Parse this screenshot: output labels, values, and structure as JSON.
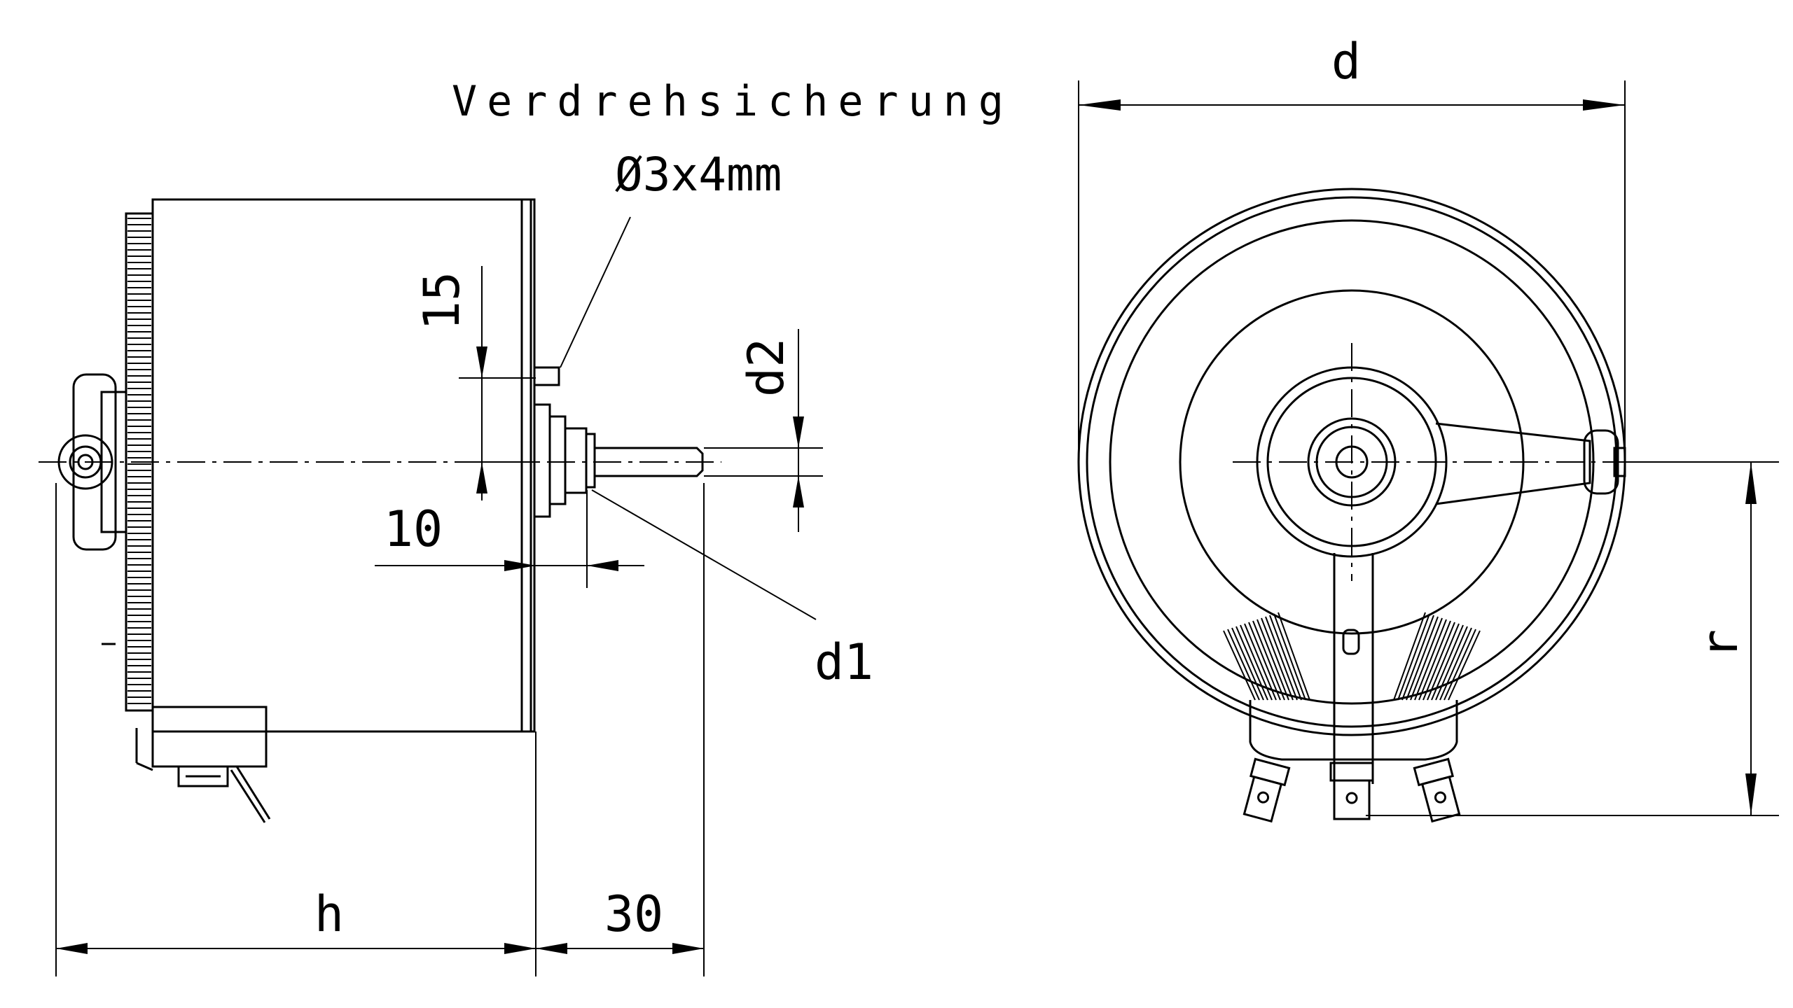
{
  "annotation": {
    "title": "Verdrehsicherung",
    "spec": "Ø3x4mm"
  },
  "dimensions": {
    "d": "d",
    "h": "h",
    "thirty": "30",
    "fifteen": "15",
    "ten": "10",
    "d1": "d1",
    "d2": "d2",
    "r": "r"
  },
  "icons": {
    "side_view": "potentiometer-side-view-drawing",
    "front_view": "potentiometer-front-view-drawing"
  }
}
